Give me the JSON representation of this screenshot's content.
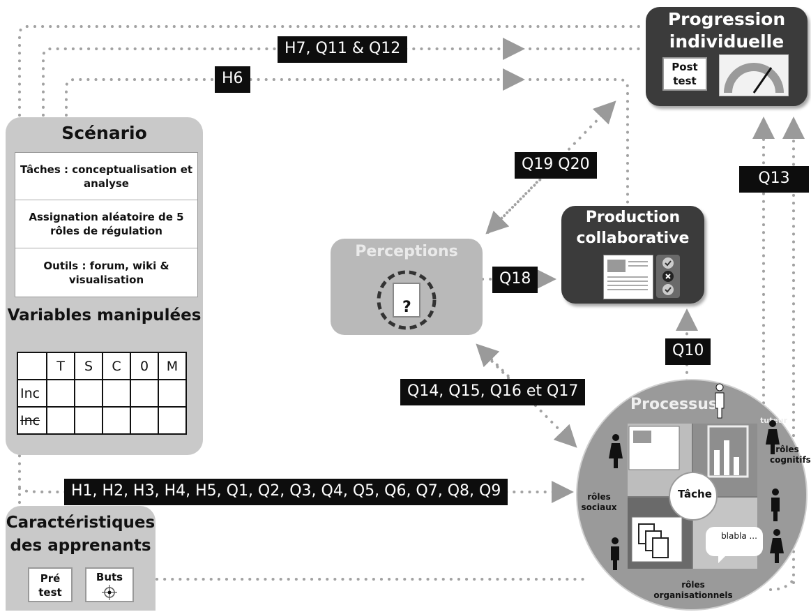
{
  "scenario": {
    "title": "Scénario",
    "tasks": [
      "Tâches : conceptualisation et analyse",
      "Assignation aléatoire de 5 rôles de régulation",
      "Outils : forum, wiki & visualisation"
    ],
    "variables_title": "Variables manipulées",
    "table": {
      "headers": [
        "",
        "T",
        "S",
        "C",
        "0",
        "M"
      ],
      "rows": [
        "Inc",
        "Inc"
      ]
    }
  },
  "caracteristiques": {
    "title": "Caractéristiques des apprenants",
    "pre_test": "Pré test",
    "buts": "Buts"
  },
  "progression": {
    "title": "Progression individuelle",
    "post_test": "Post test"
  },
  "production": {
    "title": "Production collaborative"
  },
  "perceptions": {
    "title": "Perceptions",
    "icon_text": "?"
  },
  "processus": {
    "title": "Processus",
    "tuteur": "tuteur",
    "tache": "Tâche",
    "blabla": "blabla ...",
    "roles_sociaux": "rôles sociaux",
    "roles_cognitifs": "rôles cognitifs",
    "roles_organisationnels": "rôles organisationnels"
  },
  "labels": {
    "h7": "H7, Q11 & Q12",
    "h6": "H6",
    "q19": "Q19 Q20",
    "q13": "Q13",
    "q18": "Q18",
    "q10": "Q10",
    "q14": "Q14, Q15, Q16 et Q17",
    "h1": "H1, H2, H3, H4, H5, Q1, Q2, Q3, Q4, Q5, Q6, Q7, Q8, Q9"
  },
  "colors": {
    "dark_box": "#3b3b3b",
    "light_box": "#c9c9c9",
    "label_bg": "#0d0d0d",
    "dotted_line": "#9a9a9a"
  }
}
